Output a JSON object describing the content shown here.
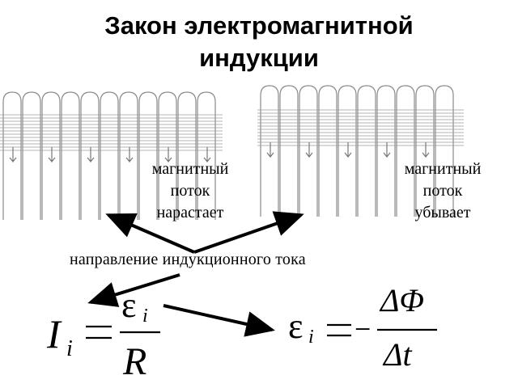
{
  "title": {
    "line1": "Закон электромагнитной",
    "line2": "индукции"
  },
  "coils": {
    "left": {
      "description": "coil"
    },
    "right": {
      "description": "coil"
    }
  },
  "labels": {
    "increasing": [
      "магнитный",
      "поток",
      "нарастает"
    ],
    "decreasing": [
      "магнитный",
      "поток",
      "убывает"
    ]
  },
  "caption": "направление индукционного тока",
  "formulas": {
    "current": {
      "lhs": "I",
      "lhs_sub": "i",
      "numerator": "ε",
      "numerator_sub": "i",
      "denominator": "R"
    },
    "emf": {
      "lhs": "ε",
      "lhs_sub": "i",
      "sign": "−",
      "numerator": "ΔΦ",
      "denominator": "Δt"
    }
  },
  "colors": {
    "text": "#000000",
    "coil": "#8a8a8a",
    "background": "#ffffff"
  }
}
